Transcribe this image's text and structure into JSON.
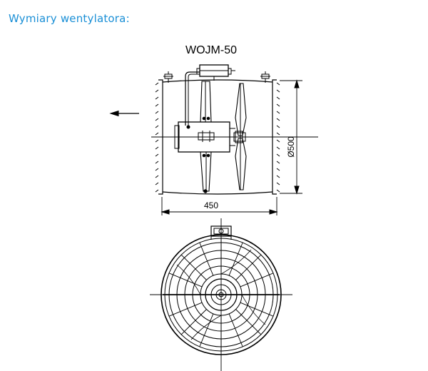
{
  "page": {
    "heading": "Wymiary wentylatora:"
  },
  "drawing": {
    "model": "WOJM-50",
    "length_label": "450",
    "diameter_label": "Ø500",
    "colors": {
      "heading": "#1a8fd6",
      "line": "#000000"
    }
  }
}
